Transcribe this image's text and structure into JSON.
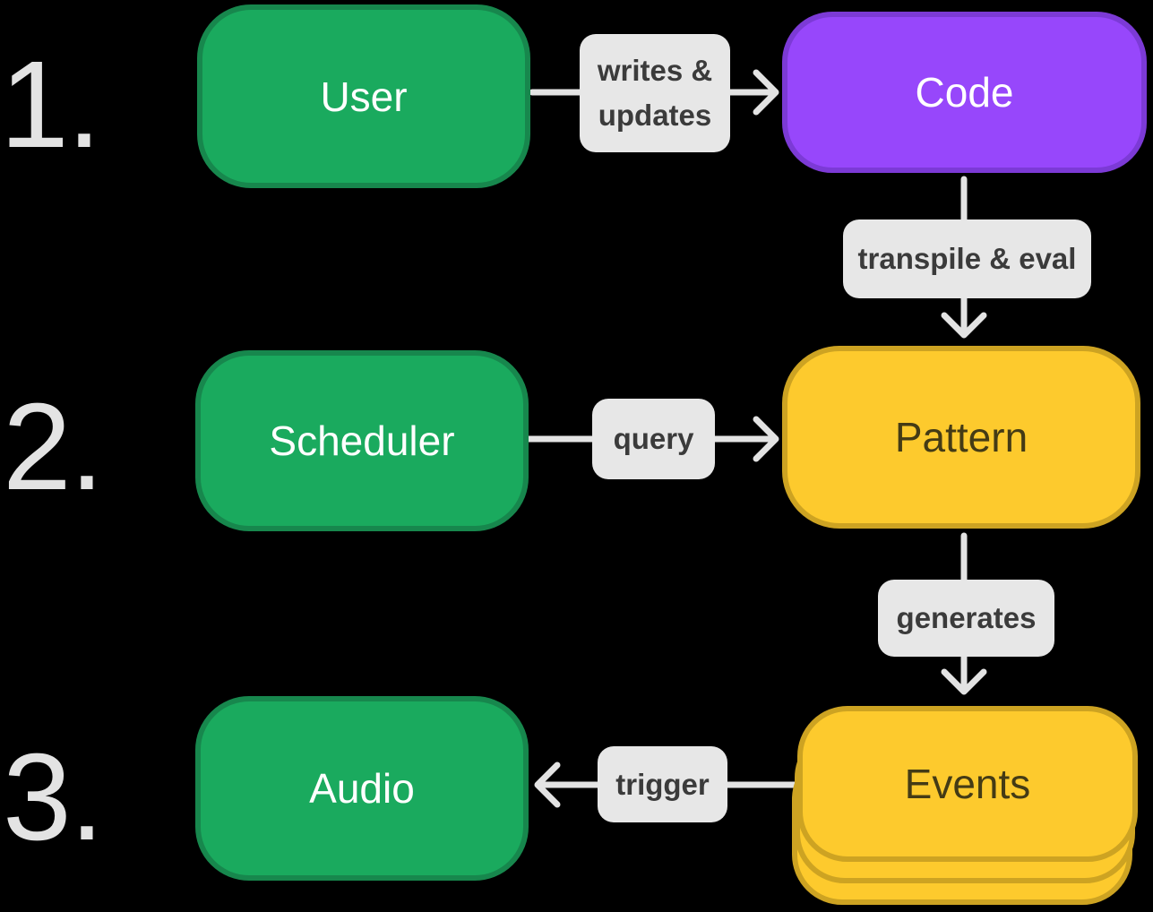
{
  "steps": [
    {
      "number": "1."
    },
    {
      "number": "2."
    },
    {
      "number": "3."
    }
  ],
  "nodes": {
    "user": {
      "label": "User"
    },
    "code": {
      "label": "Code"
    },
    "scheduler": {
      "label": "Scheduler"
    },
    "pattern": {
      "label": "Pattern"
    },
    "events": {
      "label": "Events"
    },
    "audio": {
      "label": "Audio"
    }
  },
  "edges": {
    "writes_updates": {
      "line1": "writes &",
      "line2": "updates"
    },
    "transpile_eval": {
      "label": "transpile & eval"
    },
    "query": {
      "label": "query"
    },
    "generates": {
      "label": "generates"
    },
    "trigger": {
      "label": "trigger"
    }
  },
  "colors": {
    "background": "#000000",
    "green_fill": "#1aaa5e",
    "green_border": "#17874d",
    "purple_fill": "#9747fb",
    "purple_border": "#7c3ad6",
    "yellow_fill": "#fdca2d",
    "yellow_border": "#cda322",
    "edge_label_bg": "#e7e7e7",
    "edge_label_text": "#3b3b3b",
    "arrow": "#e3e3e3",
    "step_number_text": "#e3e3e3",
    "node_text_light": "#ffffff",
    "node_text_dark": "#443b15"
  }
}
